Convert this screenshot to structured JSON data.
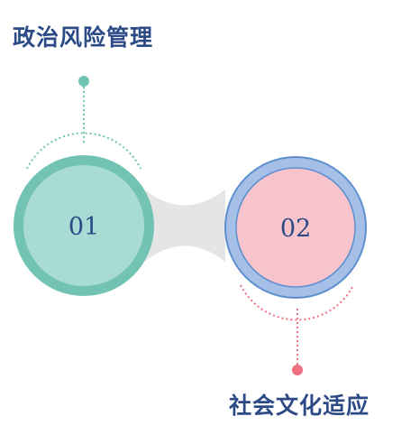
{
  "items": [
    {
      "number": "01",
      "label": "政治风险管理",
      "ring_color": "#72c3b3",
      "fill_color": "#a8dbd4",
      "accent_color": "#6fc4b1"
    },
    {
      "number": "02",
      "label": "社会文化适应",
      "ring_color": "#a6bfe7",
      "fill_color": "#f7c4cc",
      "accent_color": "#ee6f81"
    }
  ],
  "text_color": "#2c4a86",
  "connector_color": "#e5e5e5"
}
